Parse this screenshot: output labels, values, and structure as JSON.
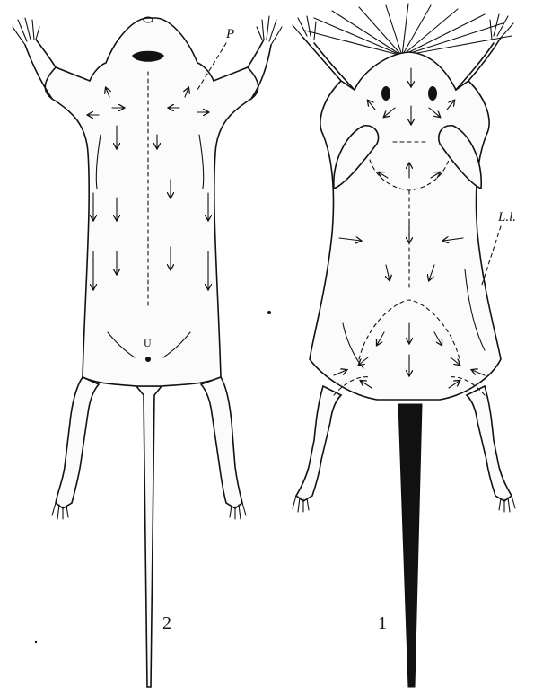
{
  "figure": {
    "label_left": "2",
    "label_right": "1",
    "annotation_p": "P",
    "annotation_ll": "L.l.",
    "annotation_u": "U"
  },
  "colors": {
    "ink": "#111111",
    "paper": "#ffffff"
  }
}
